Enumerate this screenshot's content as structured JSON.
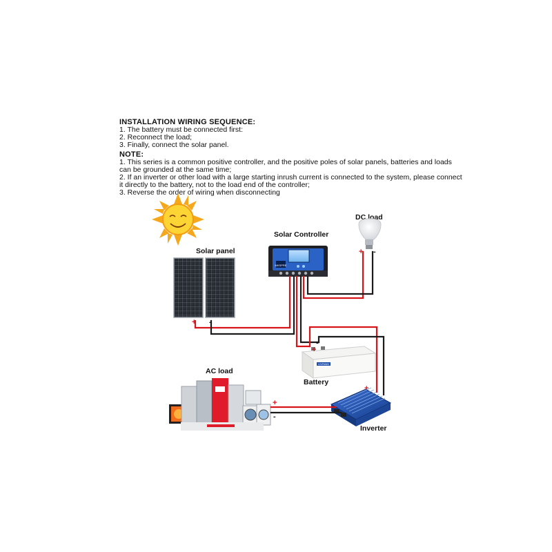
{
  "install": {
    "heading": "INSTALLATION WIRING SEQUENCE:",
    "steps": [
      "1. The battery must be connected first:",
      "2. Reconnect the load;",
      "3. Finally, connect the solar panel."
    ]
  },
  "note": {
    "heading": "NOTE:",
    "lines": [
      "1. This series is a common positive controller, and the positive poles of solar panels, batteries and loads",
      "can be grounded at the same time;",
      "2. If an inverter or other load with a large starting inrush current is connected to the system, please connect",
      "it directly to the battery, not to the load end of the controller;",
      "3. Reverse the order of wiring when disconnecting"
    ]
  },
  "labels": {
    "solar_panel": "Solar panel",
    "solar_controller": "Solar Controller",
    "dc_load": "DC load",
    "battery": "Battery",
    "ac_load": "AC load",
    "inverter": "Inverter"
  },
  "controller_brand": "MKSPRE",
  "battery_brand": "LIVEMAN",
  "terminals": {
    "plus": "+",
    "minus": "-"
  },
  "colors": {
    "positive_wire": "#d8141b",
    "negative_wire": "#1a1a1a",
    "inverter_blue": "#1f4fa8",
    "controller_blue": "#2b62c6",
    "sun": "#f6b81c"
  }
}
